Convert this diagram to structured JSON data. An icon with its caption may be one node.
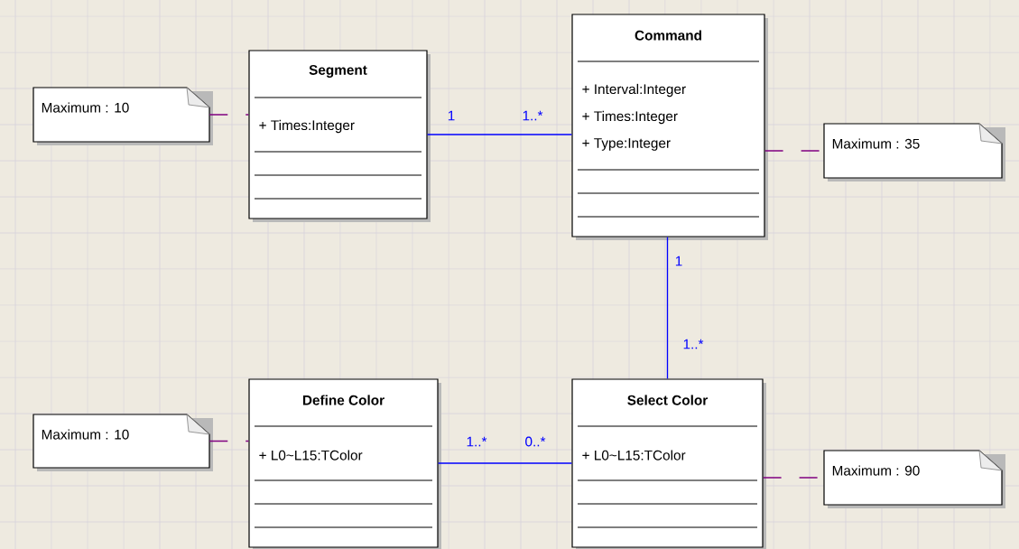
{
  "diagram": {
    "nodes": [
      {
        "text": [
          "Maximum : 10"
        ]
      },
      {
        "text": [
          "Segment",
          "+ Times:Integer"
        ]
      },
      {
        "text": [
          "Command",
          "+ Interval:Integer",
          "+ Times:Integer",
          "+ Type:Integer"
        ]
      },
      {
        "text": [
          "Maximum : 35"
        ]
      },
      {
        "text": [
          "Maximum : 10"
        ]
      },
      {
        "text": [
          "Define Color",
          "+ L0~L15:TColor"
        ]
      },
      {
        "text": [
          "Select Color",
          "+ L0~L15:TColor"
        ]
      },
      {
        "text": [
          "Maximum : 90"
        ]
      }
    ],
    "edges": [
      {
        "from": 0,
        "to": 1,
        "arrow": "none",
        "style": "dashed",
        "color": "#800080"
      },
      {
        "from": 1,
        "to": 2,
        "arrow": "none",
        "color": "#0000ff"
      },
      {
        "from": 2,
        "to": 3,
        "arrow": "none",
        "style": "dashed",
        "color": "#800080"
      },
      {
        "from": 2,
        "to": 6,
        "arrow": "none",
        "color": "#0000ff"
      },
      {
        "from": 4,
        "to": 5,
        "arrow": "none",
        "style": "dashed",
        "color": "#800080"
      },
      {
        "from": 5,
        "to": 6,
        "arrow": "none",
        "color": "#0000ff"
      },
      {
        "from": 6,
        "to": 7,
        "arrow": "none",
        "style": "dashed",
        "color": "#800080"
      }
    ],
    "labels": [
      "1",
      "1..*",
      "1",
      "1..*",
      "1..*",
      "0..*"
    ]
  }
}
